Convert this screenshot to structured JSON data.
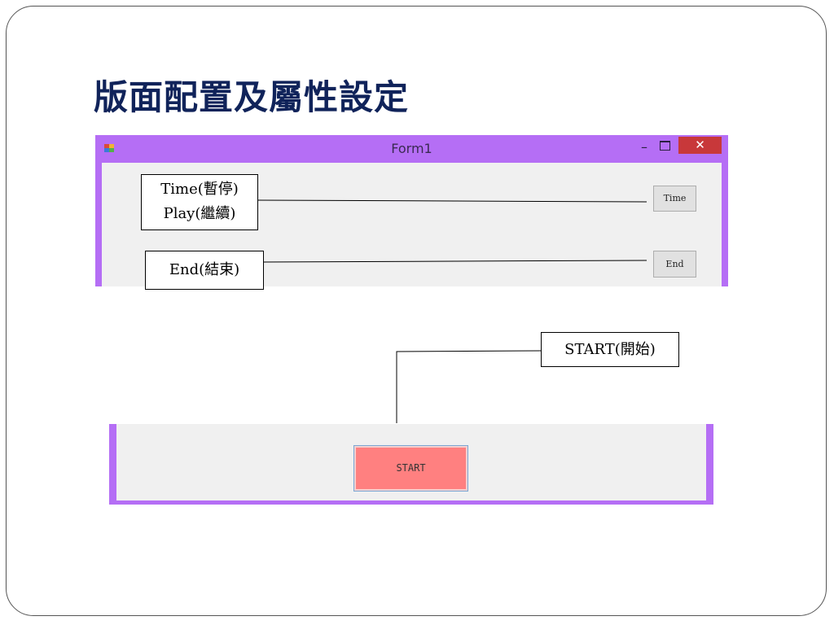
{
  "slide": {
    "title": "版面配置及屬性設定"
  },
  "form_window": {
    "title": "Form1",
    "minimize_symbol": "–",
    "close_symbol": "✕",
    "buttons": {
      "time_label": "Time",
      "end_label": "End",
      "start_label": "START"
    },
    "colors": {
      "border": "#b56ef5",
      "client": "#f0f0f0",
      "close": "#c8383a",
      "start_button": "#ff8080"
    }
  },
  "callouts": {
    "time_line1": "Time(暫停)",
    "time_line2": "Play(繼續)",
    "end": "End(結束)",
    "start": "START(開始)"
  }
}
